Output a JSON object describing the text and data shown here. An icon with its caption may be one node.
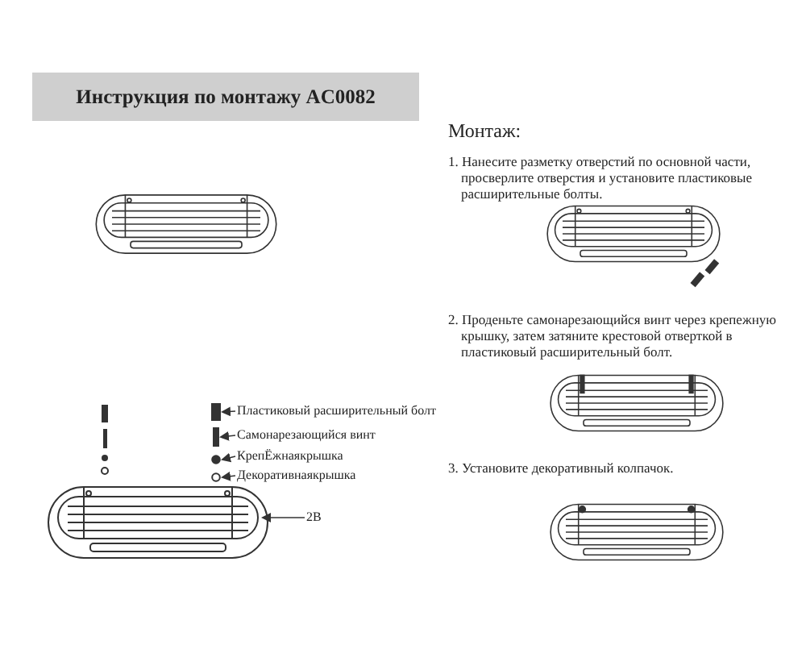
{
  "diagram": {
    "title": "Инструкция по монтажу AC0082",
    "nodes": [
      {
        "text": [
          "Пластиковый расширительный болт"
        ]
      },
      {
        "text": [],
        "shape": "bolt"
      },
      {
        "text": [
          "Самонарезающийся винт"
        ]
      },
      {
        "text": [],
        "shape": "screw"
      },
      {
        "text": [
          "КрепЁжнаякрышка"
        ]
      },
      {
        "text": [],
        "shape": "circle"
      },
      {
        "text": [
          "Декоративнаякрышка"
        ]
      },
      {
        "text": [],
        "shape": "circle"
      },
      {
        "text": [
          "2B"
        ]
      },
      {
        "text": [],
        "shape": "picture"
      }
    ],
    "edges": [
      {
        "from": 0,
        "to": 1,
        "arrow": "to"
      },
      {
        "from": 2,
        "to": 3,
        "arrow": "to"
      },
      {
        "from": 4,
        "to": 5,
        "arrow": "to"
      },
      {
        "from": 6,
        "to": 7,
        "arrow": "to"
      },
      {
        "from": 8,
        "to": 9,
        "arrow": "to"
      }
    ],
    "labels": [
      "Монтаж:",
      "1. Нанесите разметку отверстий по основной части, просверлите отверстия и установите пластиковые расширительные болты.",
      "2. Проденьте  самонарезающийся винт через крепежную крышку, затем затяните крестовой отверткой в пластиковый расширительный болт.",
      "3. Установите декоративный колпачок."
    ]
  }
}
